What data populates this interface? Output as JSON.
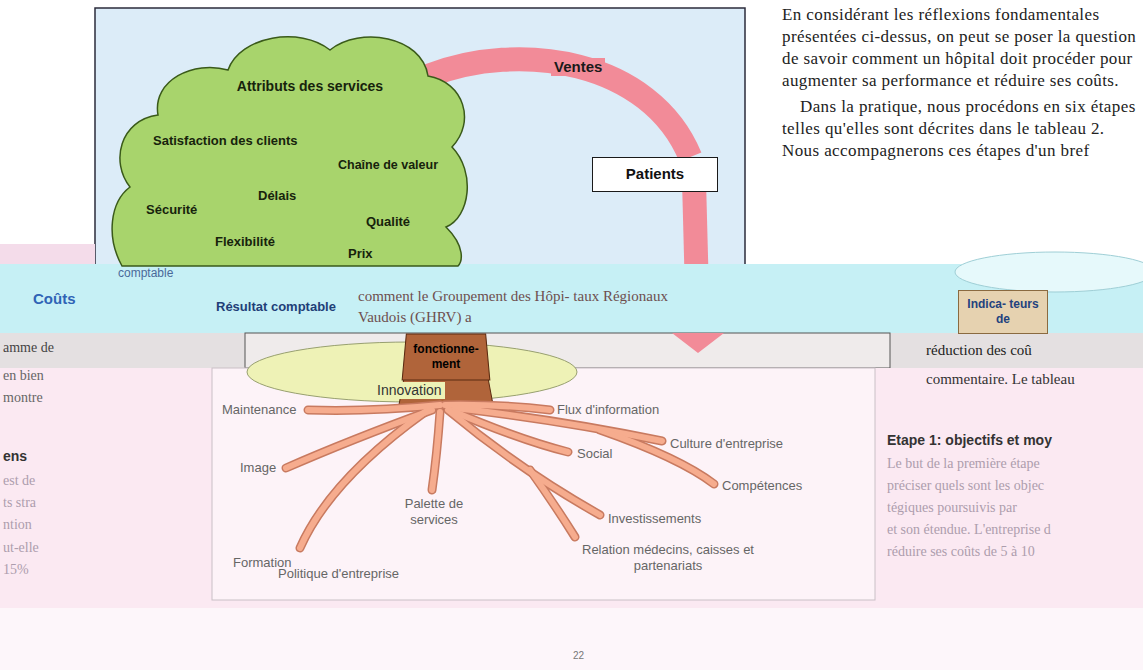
{
  "diagram": {
    "nodes": [
      {
        "text": [
          "Attributs des services",
          "Satisfaction des clients",
          "Chaîne de valeur",
          "Délais",
          "Sécurité",
          "Qualité",
          "Flexibilité",
          "Prix"
        ]
      },
      {
        "text": [
          "Patients"
        ]
      },
      {
        "text": [
          "Indica- teurs de"
        ]
      },
      {
        "text": [
          "fonctionne- ment"
        ]
      }
    ],
    "edges": [
      {
        "from": 0,
        "to": 1,
        "label": "Ventes",
        "arrow": "none"
      }
    ],
    "labels": [
      "En considérant les réflexions fondamentales présentées ci-dessus, on peut se poser la question de savoir comment un hôpital doit procéder pour augmenter sa performance et réduire ses coûts.",
      "Dans la pratique, nous procédons en six étapes telles qu'elles sont décrites dans le tableau 2. Nous accompagnerons ces étapes d'un bref",
      "comptable",
      "Coûts",
      "Résultat comptable",
      "comment le Groupement des Hôpi- taux Régionaux Vaudois (GHRV) a",
      "amme de",
      "réduction des coû",
      "en bien",
      "commentaire. Le tableau",
      "montre",
      "Innovation",
      "Maintenance",
      "Flux d'information",
      "Culture d'entreprise",
      "Image",
      "Social",
      "Compétences",
      "Palette de services",
      "Investissements",
      "Formation",
      "Relation médecins, caisses et partenariats",
      "Politique d'entreprise",
      "Etape 1: objectifs et moy",
      "ens",
      "est de",
      "ts stra",
      "ntion",
      "ut-elle",
      "15%",
      "Le but de la première étape",
      "préciser quels sont les objec",
      "tégiques poursuivis par",
      "et son étendue. L'entreprise d",
      "réduire ses coûts de 5 à 10",
      "22"
    ]
  }
}
